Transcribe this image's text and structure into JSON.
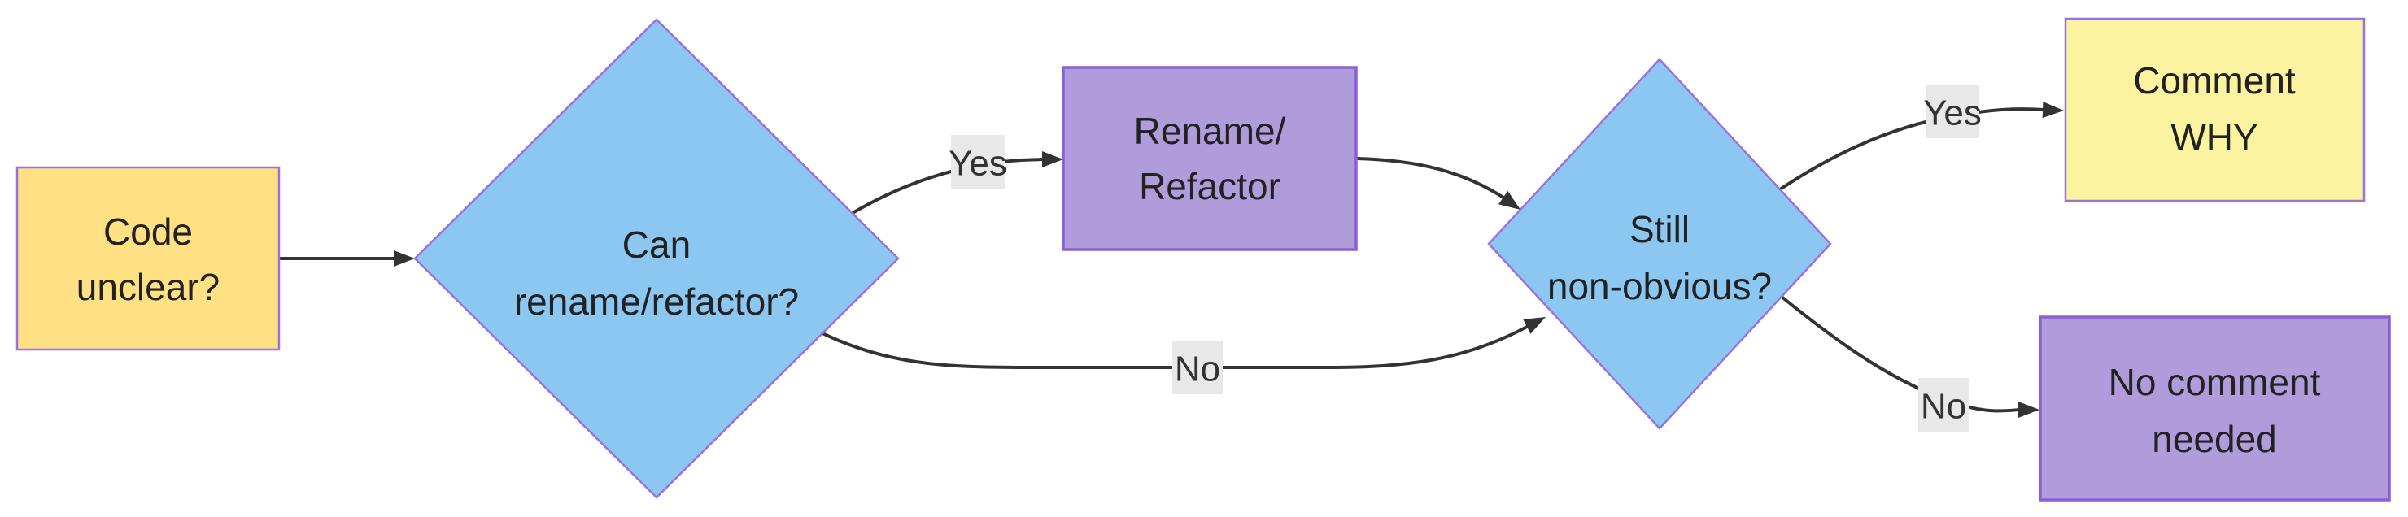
{
  "diagram": {
    "type": "flowchart",
    "direction": "left-to-right",
    "colors": {
      "background": "#ffffff",
      "edge": "#333333",
      "edge_label_bg": "#e8e8e8",
      "edge_label_text": "#333333",
      "node_text": "#222222",
      "decision_fill": "#8cc7f2",
      "decision_stroke": "#9b72da",
      "start_fill": "#ffe083",
      "start_stroke": "#9b72da",
      "action_fill": "#b19cdb",
      "action_stroke": "#8b5fd9",
      "comment_fill": "#fbf3a0",
      "comment_stroke": "#9b72da"
    },
    "nodes": {
      "code_unclear": {
        "shape": "rectangle",
        "lines": [
          "Code",
          "unclear?"
        ]
      },
      "can_rename_refactor": {
        "shape": "diamond",
        "lines": [
          "Can",
          "rename/refactor?"
        ]
      },
      "rename_refactor": {
        "shape": "rectangle",
        "lines": [
          "Rename/",
          "Refactor"
        ]
      },
      "still_non_obvious": {
        "shape": "diamond",
        "lines": [
          "Still",
          "non-obvious?"
        ]
      },
      "comment_why": {
        "shape": "rectangle",
        "lines": [
          "Comment",
          "WHY"
        ]
      },
      "no_comment_needed": {
        "shape": "rectangle",
        "lines": [
          "No comment",
          "needed"
        ]
      }
    },
    "edges": [
      {
        "from": "code_unclear",
        "to": "can_rename_refactor",
        "label": ""
      },
      {
        "from": "can_rename_refactor",
        "to": "rename_refactor",
        "label": "Yes"
      },
      {
        "from": "can_rename_refactor",
        "to": "still_non_obvious",
        "label": "No"
      },
      {
        "from": "rename_refactor",
        "to": "still_non_obvious",
        "label": ""
      },
      {
        "from": "still_non_obvious",
        "to": "comment_why",
        "label": "Yes"
      },
      {
        "from": "still_non_obvious",
        "to": "no_comment_needed",
        "label": "No"
      }
    ]
  }
}
